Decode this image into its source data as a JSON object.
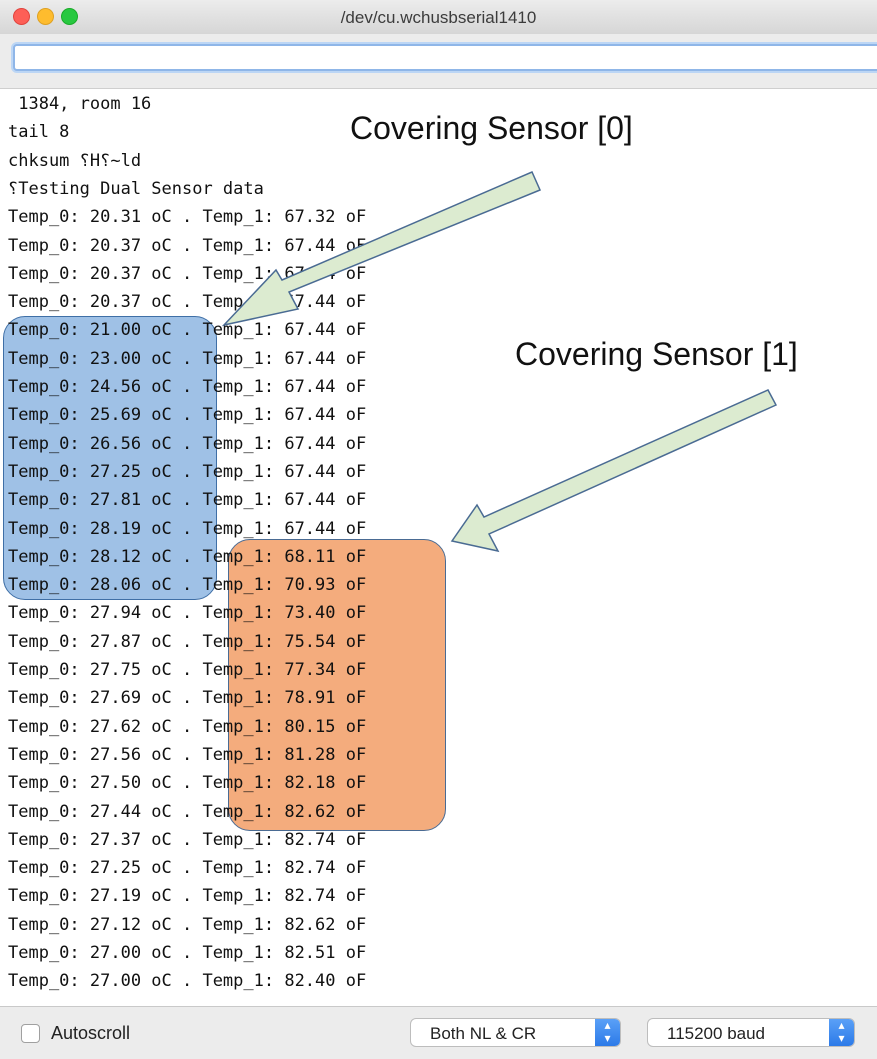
{
  "window": {
    "title": "/dev/cu.wchusbserial1410"
  },
  "input": {
    "value": ""
  },
  "output": {
    "lines": [
      " 1384, room 16",
      "tail 8",
      "chksum ⸮H⸮~ld",
      "⸮Testing Dual Sensor data",
      "Temp_0: 20.31 oC . Temp_1: 67.32 oF",
      "Temp_0: 20.37 oC . Temp_1: 67.44 oF",
      "Temp_0: 20.37 oC . Temp_1: 67.44 oF",
      "Temp_0: 20.37 oC . Temp_1: 67.44 oF",
      "Temp_0: 21.00 oC . Temp_1: 67.44 oF",
      "Temp_0: 23.00 oC . Temp_1: 67.44 oF",
      "Temp_0: 24.56 oC . Temp_1: 67.44 oF",
      "Temp_0: 25.69 oC . Temp_1: 67.44 oF",
      "Temp_0: 26.56 oC . Temp_1: 67.44 oF",
      "Temp_0: 27.25 oC . Temp_1: 67.44 oF",
      "Temp_0: 27.81 oC . Temp_1: 67.44 oF",
      "Temp_0: 28.19 oC . Temp_1: 67.44 oF",
      "Temp_0: 28.12 oC . Temp_1: 68.11 oF",
      "Temp_0: 28.06 oC . Temp_1: 70.93 oF",
      "Temp_0: 27.94 oC . Temp_1: 73.40 oF",
      "Temp_0: 27.87 oC . Temp_1: 75.54 oF",
      "Temp_0: 27.75 oC . Temp_1: 77.34 oF",
      "Temp_0: 27.69 oC . Temp_1: 78.91 oF",
      "Temp_0: 27.62 oC . Temp_1: 80.15 oF",
      "Temp_0: 27.56 oC . Temp_1: 81.28 oF",
      "Temp_0: 27.50 oC . Temp_1: 82.18 oF",
      "Temp_0: 27.44 oC . Temp_1: 82.62 oF",
      "Temp_0: 27.37 oC . Temp_1: 82.74 oF",
      "Temp_0: 27.25 oC . Temp_1: 82.74 oF",
      "Temp_0: 27.19 oC . Temp_1: 82.74 oF",
      "Temp_0: 27.12 oC . Temp_1: 82.62 oF",
      "Temp_0: 27.00 oC . Temp_1: 82.51 oF",
      "Temp_0: 27.00 oC . Temp_1: 82.40 oF"
    ]
  },
  "annotations": {
    "sensor0": "Covering Sensor [0]",
    "sensor1": "Covering Sensor [1]"
  },
  "bottom": {
    "autoscroll_label": "Autoscroll",
    "autoscroll_checked": false,
    "line_ending": "Both NL & CR",
    "baud": "115200 baud"
  },
  "colors": {
    "highlight_sensor0": "#649bd7",
    "highlight_sensor1": "#f08c4b",
    "arrow_fill": "#dcebd0",
    "arrow_stroke": "#4a6b93"
  }
}
